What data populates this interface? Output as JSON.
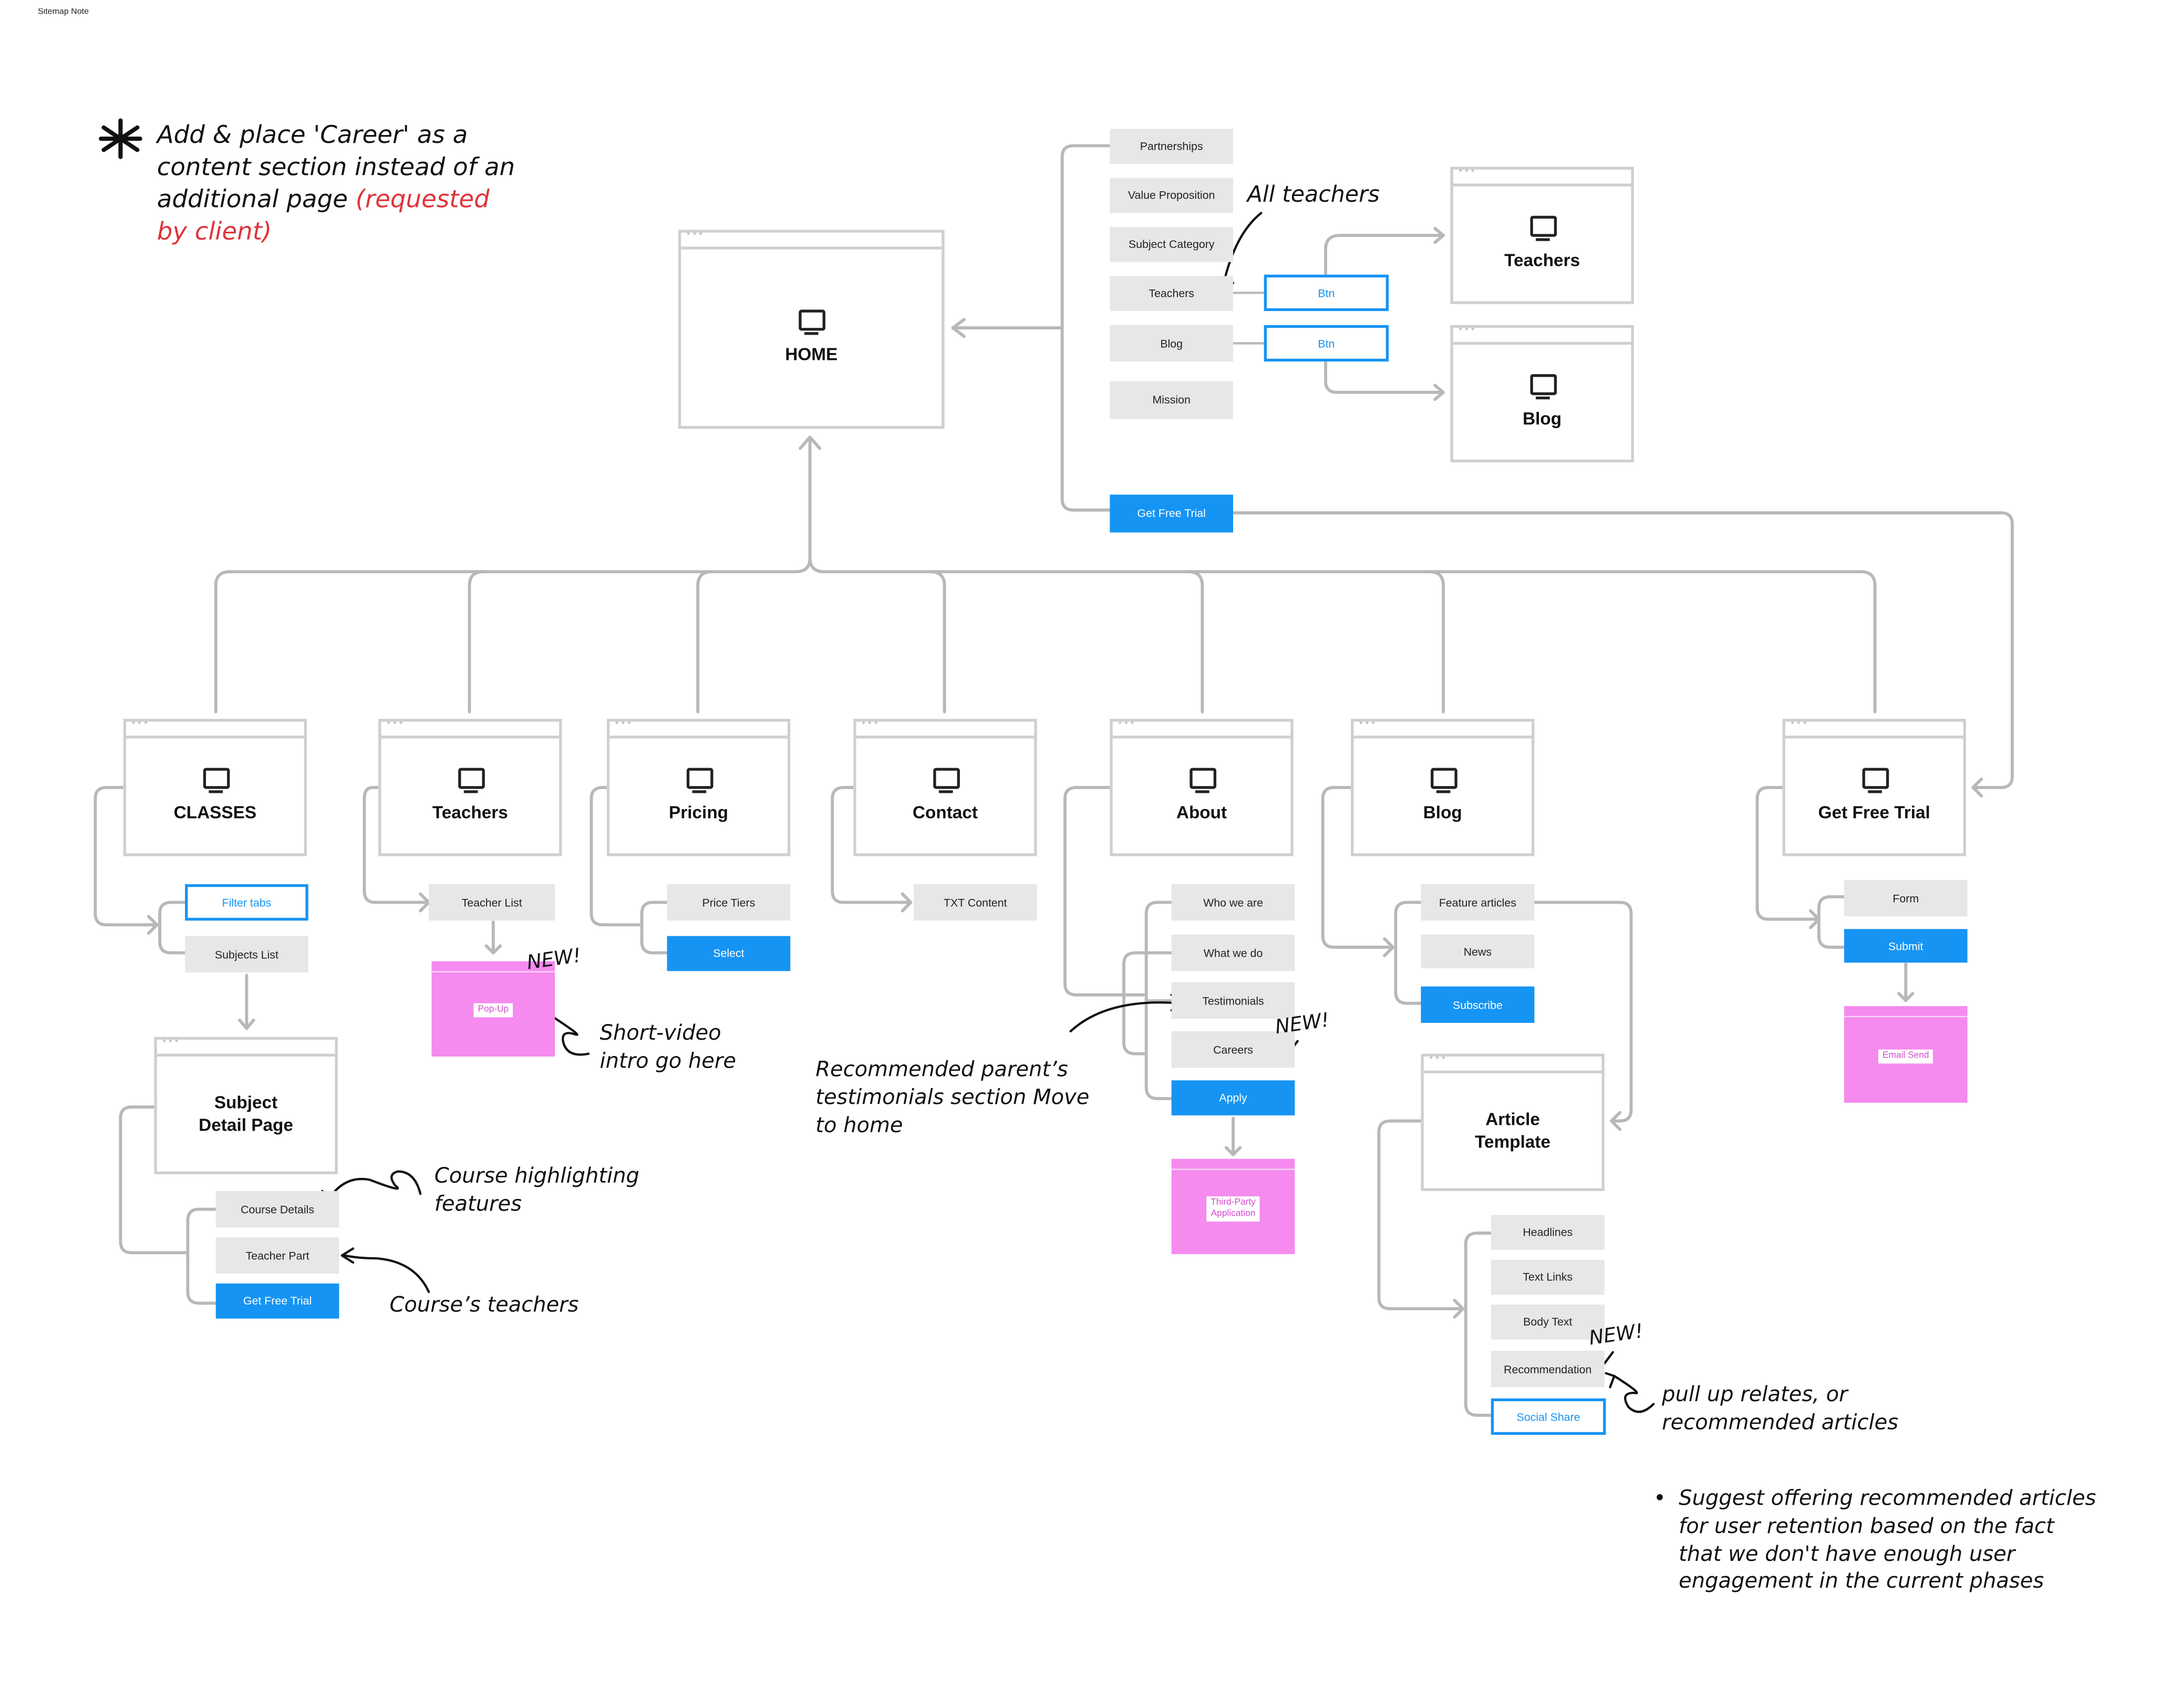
{
  "header": {
    "label": "Sitemap Note"
  },
  "note": {
    "line1": "Add & place 'Career' as a",
    "line2": "content section instead of an",
    "line3": "additional page",
    "line3_red": " (requested",
    "line4_red": "by client)"
  },
  "home": {
    "title": "HOME"
  },
  "home_sections": {
    "partnerships": "Partnerships",
    "value_proposition": "Value Proposition",
    "subject_category": "Subject Category",
    "teachers": "Teachers",
    "blog": "Blog",
    "mission": "Mission",
    "btn_teachers": "Btn",
    "btn_blog": "Btn",
    "get_free_trial": "Get Free Trial"
  },
  "home_linked_pages": {
    "teachers": "Teachers",
    "blog": "Blog"
  },
  "pages": {
    "classes": {
      "title": "CLASSES",
      "filter_tabs": "Filter tabs",
      "subjects_list": "Subjects List"
    },
    "subject_detail": {
      "title_line1": "Subject",
      "title_line2": "Detail Page",
      "course_details": "Course Details",
      "teacher_part": "Teacher Part",
      "get_free_trial": "Get Free Trial"
    },
    "teachers": {
      "title": "Teachers",
      "teacher_list": "Teacher List",
      "popup": "Pop-Up"
    },
    "pricing": {
      "title": "Pricing",
      "price_tiers": "Price Tiers",
      "select": "Select"
    },
    "contact": {
      "title": "Contact",
      "txt_content": "TXT Content"
    },
    "about": {
      "title": "About",
      "who_we_are": "Who we are",
      "what_we_do": "What we do",
      "testimonials": "Testimonials",
      "careers": "Careers",
      "apply": "Apply",
      "third_party_1": "Third-Party",
      "third_party_2": "Application"
    },
    "blog": {
      "title": "Blog",
      "feature_articles": "Feature articles",
      "news": "News",
      "subscribe": "Subscribe"
    },
    "article_template": {
      "title_line1": "Article",
      "title_line2": "Template",
      "headlines": "Headlines",
      "text_links": "Text Links",
      "body_text": "Body Text",
      "recommendation": "Recommendation",
      "social_share": "Social Share"
    },
    "get_free_trial": {
      "title": "Get Free Trial",
      "form": "Form",
      "submit": "Submit",
      "email_send": "Email Send"
    }
  },
  "annotations": {
    "all_teachers": "All teachers",
    "new": "NEW!",
    "short_video_1": "Short-video",
    "short_video_2": "intro go here",
    "course_highlight_1": "Course highlighting",
    "course_highlight_2": "features",
    "course_teachers": "Course’s teachers",
    "testimonials_1": "Recommended parent’s",
    "testimonials_2": "testimonials section  Move",
    "testimonials_3": "to home",
    "pull_up_1": "pull up relates, or",
    "pull_up_2": "recommended articles",
    "suggest_1": "Suggest offering recommended articles",
    "suggest_2": "for user retention based on the fact",
    "suggest_3": "that we don't have enough user",
    "suggest_4": "engagement in the current phases",
    "bullet": "•"
  }
}
